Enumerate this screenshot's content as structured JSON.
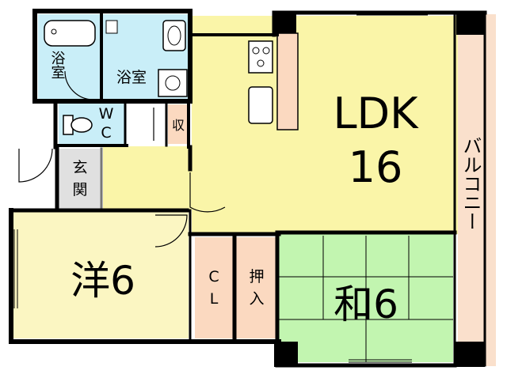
{
  "rooms": {
    "bath": "浴室",
    "washroom": "浴室",
    "wc_w": "W",
    "wc_c": "C",
    "storage": "収",
    "entrance_1": "玄",
    "entrance_2": "関",
    "ldk_name": "LDK",
    "ldk_size": "16",
    "balcony": "バルコニー",
    "western": "洋6",
    "closet_1": "C",
    "closet_2": "L",
    "oshiire_1": "押",
    "oshiire_2": "入",
    "japanese": "和6"
  },
  "colors": {
    "ldk": "#faf5a8",
    "western": "#fbf6c2",
    "japanese": "#c2f5b0",
    "balcony": "#fae0cc",
    "closet": "#fbd9c0",
    "wet": "#c9eef8",
    "wall": "#000000",
    "entrance": "#e0e0e0"
  }
}
